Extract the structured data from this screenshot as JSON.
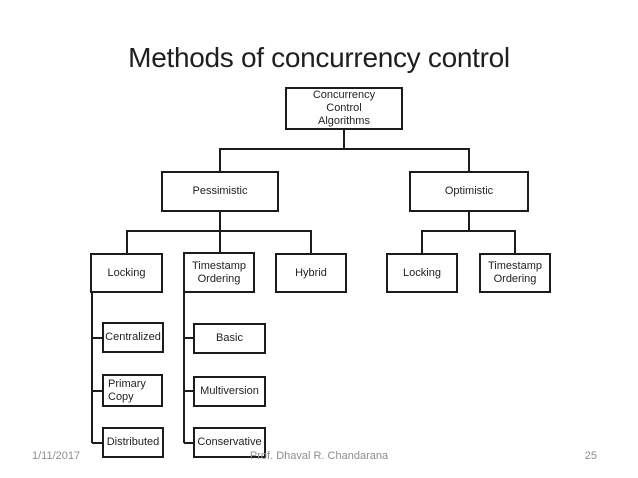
{
  "slide": {
    "title": "Methods of concurrency control",
    "footer": {
      "date": "1/11/2017",
      "author": "Prof. Dhaval R. Chandarana",
      "slide_number": "25"
    }
  },
  "diagram": {
    "type": "hierarchy-tree",
    "nodes": [
      {
        "id": "concurrency-control-algorithms",
        "label": "Concurrency\nControl\nAlgorithms",
        "parent": null
      },
      {
        "id": "pessimistic",
        "label": "Pessimistic",
        "parent": "concurrency-control-algorithms"
      },
      {
        "id": "optimistic",
        "label": "Optimistic",
        "parent": "concurrency-control-algorithms"
      },
      {
        "id": "locking-pessimistic",
        "label": "Locking",
        "parent": "pessimistic"
      },
      {
        "id": "timestamp-ordering-pessimistic",
        "label": "Timestamp\nOrdering",
        "parent": "pessimistic"
      },
      {
        "id": "hybrid",
        "label": "Hybrid",
        "parent": "pessimistic"
      },
      {
        "id": "locking-optimistic",
        "label": "Locking",
        "parent": "optimistic"
      },
      {
        "id": "timestamp-ordering-optimistic",
        "label": "Timestamp\nOrdering",
        "parent": "optimistic"
      },
      {
        "id": "centralized",
        "label": "Centralized",
        "parent": "locking-pessimistic"
      },
      {
        "id": "primary-copy",
        "label": "Primary\nCopy",
        "parent": "locking-pessimistic"
      },
      {
        "id": "distributed",
        "label": "Distributed",
        "parent": "locking-pessimistic"
      },
      {
        "id": "basic",
        "label": "Basic",
        "parent": "timestamp-ordering-pessimistic"
      },
      {
        "id": "multiversion",
        "label": "Multiversion",
        "parent": "timestamp-ordering-pessimistic"
      },
      {
        "id": "conservative",
        "label": "Conservative",
        "parent": "timestamp-ordering-pessimistic"
      }
    ]
  },
  "colors": {
    "background": "#ffffff",
    "box_border": "#1c1c1c",
    "connector_line": "#1c1c1c",
    "text": "#1f1f1f",
    "footer_text": "#8e8e8e"
  }
}
